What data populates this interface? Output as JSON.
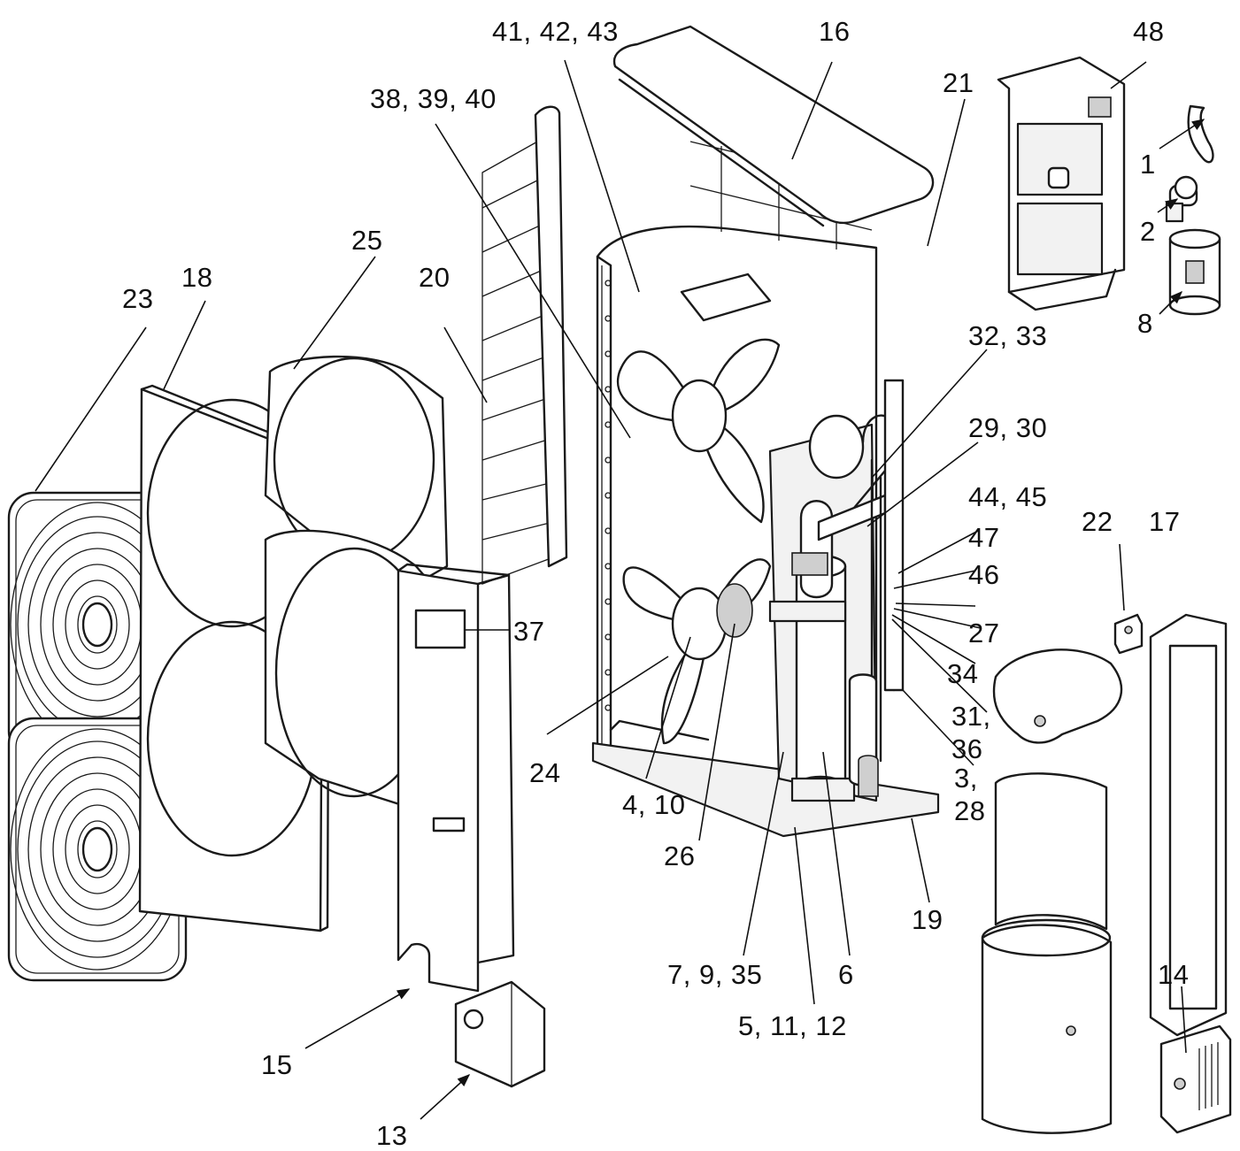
{
  "labels": {
    "p41_42_43": "41, 42, 43",
    "p16": "16",
    "p48": "48",
    "p21": "21",
    "p38_39_40": "38, 39, 40",
    "p1": "1",
    "p2": "2",
    "p8": "8",
    "p25": "25",
    "p18": "18",
    "p20": "20",
    "p23": "23",
    "p32_33": "32, 33",
    "p29_30": "29, 30",
    "p44_45": "44, 45",
    "p22": "22",
    "p17": "17",
    "p47": "47",
    "p46": "46",
    "p37": "37",
    "p27": "27",
    "p34": "34",
    "p31": "31,",
    "p36": "36",
    "p24": "24",
    "p3": "3,",
    "p28": "28",
    "p4_10": "4, 10",
    "p26": "26",
    "p19": "19",
    "p7_9_35": "7, 9, 35",
    "p6": "6",
    "p14": "14",
    "p5_11_12": "5, 11, 12",
    "p15": "15",
    "p13": "13"
  }
}
